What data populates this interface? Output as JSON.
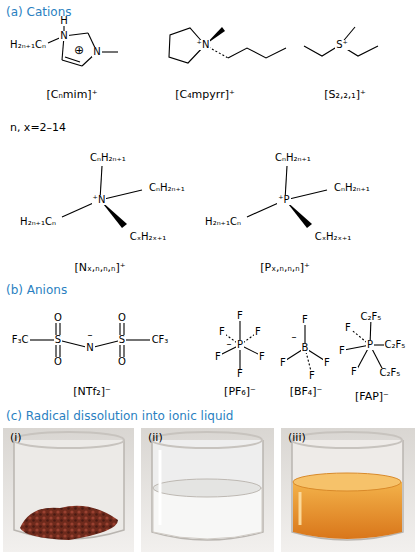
{
  "diagram": {
    "labels": [
      "(a) Cations",
      "H",
      "N",
      "N",
      "H₂ₙ₊₁Cₙ",
      "⊕",
      "[Cₙmim]⁺",
      "n, x=2–14",
      "⁺N",
      "[C₄mpyrr]⁺",
      "S⁺",
      "[S₂,₂,₁]⁺",
      "CₙH₂ₙ₊₁",
      "⁺N",
      "CₙH₂ₙ₊₁",
      "H₂ₙ₊₁Cₙ",
      "CₓH₂ₓ₊₁",
      "[Nₓ,ₙ,ₙ,ₙ]⁺",
      "CₙH₂ₙ₊₁",
      "⁺P",
      "CₙH₂ₙ₊₁",
      "H₂ₙ₊₁Cₙ",
      "CₓH₂ₓ₊₁",
      "[Pₓ,ₙ,ₙ,ₙ]⁺",
      "(b) Anions",
      "F₃C",
      "O",
      "O",
      "S",
      "–",
      "N",
      "S",
      "O",
      "O",
      "CF₃",
      "[NTf₂]⁻",
      "F",
      "F",
      "F",
      "F",
      "F",
      "F",
      "–",
      "P",
      "[PF₆]⁻",
      "F",
      "–",
      "B",
      "F",
      "F",
      "F",
      "[BF₄]⁻",
      "C₂F₅",
      "F",
      "C₂F₅",
      "F",
      "P",
      "C₂F₅",
      "F",
      "[FAP]⁻",
      "(c) Radical dissolution into ionic liquid",
      "(i)",
      "(ii)",
      "(iii)"
    ]
  }
}
